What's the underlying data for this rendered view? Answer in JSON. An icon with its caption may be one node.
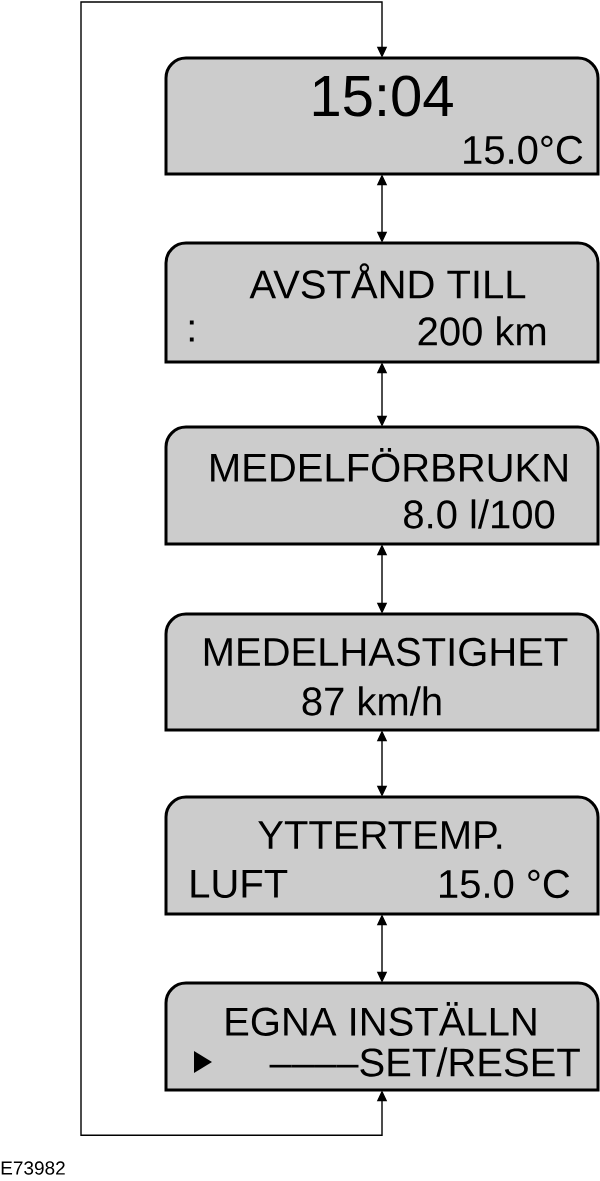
{
  "diagram": {
    "nodes": [
      {
        "text": [
          "15:04",
          "15.0°C"
        ]
      },
      {
        "text": [
          "AVSTÅND TILL",
          ":",
          "200 km"
        ]
      },
      {
        "text": [
          "MEDELFÖRBRUKN",
          "8.0 l/100"
        ]
      },
      {
        "text": [
          "MEDELHASTIGHET",
          "87 km/h"
        ]
      },
      {
        "text": [
          "YTTERTEMP.",
          "LUFT",
          "15.0 °C"
        ]
      },
      {
        "text": [
          "EGNA INSTÄLLN",
          "––––SET/RESET"
        ]
      }
    ],
    "edges": [
      {
        "from": 0,
        "to": 1,
        "arrow": "both"
      },
      {
        "from": 1,
        "to": 2,
        "arrow": "both"
      },
      {
        "from": 2,
        "to": 3,
        "arrow": "both"
      },
      {
        "from": 3,
        "to": 4,
        "arrow": "both"
      },
      {
        "from": 4,
        "to": 5,
        "arrow": "both"
      },
      {
        "from": 5,
        "to": 0,
        "arrow": "both"
      }
    ],
    "labels": [
      "E73982"
    ]
  }
}
